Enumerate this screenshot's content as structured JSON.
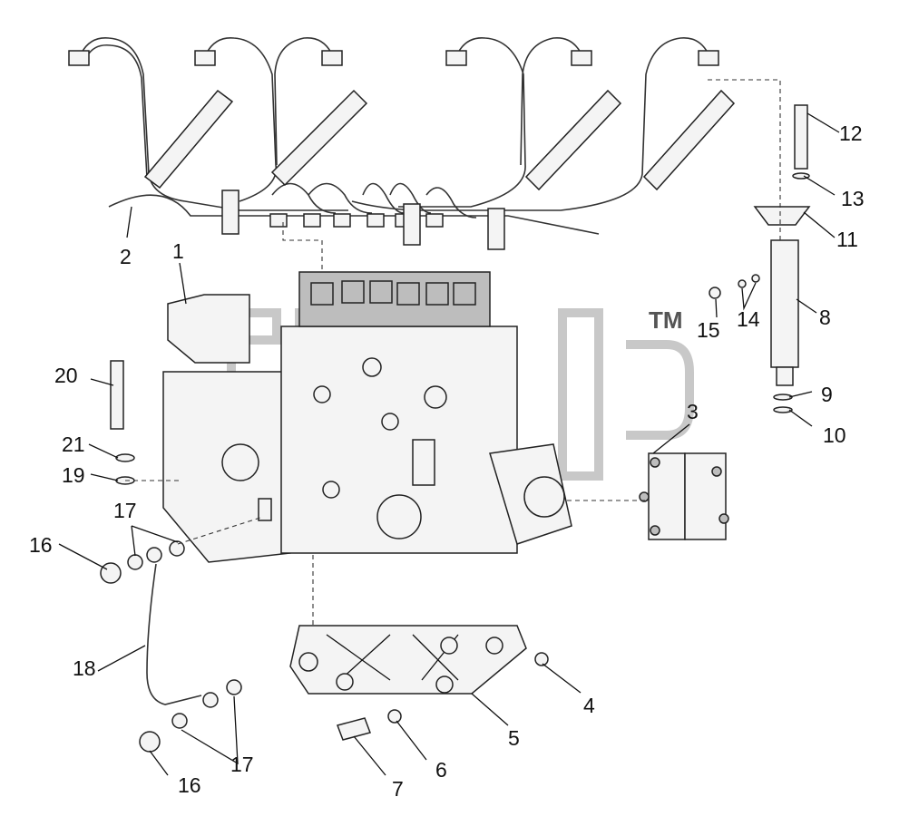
{
  "trademark": "TM",
  "callouts": [
    {
      "id": "c1",
      "text": "1"
    },
    {
      "id": "c2",
      "text": "2"
    },
    {
      "id": "c3",
      "text": "3"
    },
    {
      "id": "c4",
      "text": "4"
    },
    {
      "id": "c5",
      "text": "5"
    },
    {
      "id": "c6",
      "text": "6"
    },
    {
      "id": "c7",
      "text": "7"
    },
    {
      "id": "c8",
      "text": "8"
    },
    {
      "id": "c9",
      "text": "9"
    },
    {
      "id": "c10",
      "text": "10"
    },
    {
      "id": "c11",
      "text": "11"
    },
    {
      "id": "c12",
      "text": "12"
    },
    {
      "id": "c13",
      "text": "13"
    },
    {
      "id": "c14",
      "text": "14"
    },
    {
      "id": "c15",
      "text": "15"
    },
    {
      "id": "c16a",
      "text": "16"
    },
    {
      "id": "c16b",
      "text": "16"
    },
    {
      "id": "c17a",
      "text": "17"
    },
    {
      "id": "c17b",
      "text": "17"
    },
    {
      "id": "c18",
      "text": "18"
    },
    {
      "id": "c19",
      "text": "19"
    },
    {
      "id": "c20",
      "text": "20"
    },
    {
      "id": "c21",
      "text": "21"
    }
  ]
}
